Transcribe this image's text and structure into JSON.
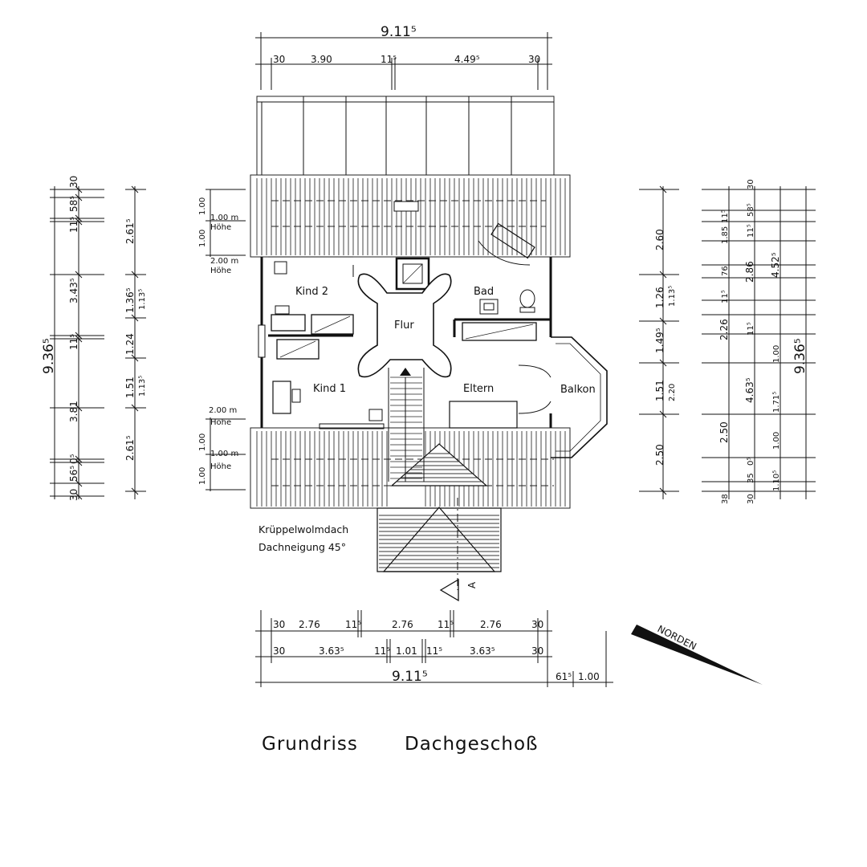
{
  "title": {
    "word1": "Grundriss",
    "word2": "Dachgeschoß"
  },
  "rooms": {
    "kind2": "Kind 2",
    "kind1": "Kind 1",
    "flur": "Flur",
    "bad": "Bad",
    "eltern": "Eltern",
    "balkon": "Balkon"
  },
  "notes": {
    "roof_type": "Krüppelwolmdach",
    "roof_pitch": "Dachneigung  45°",
    "north": "NORDEN",
    "section": "A"
  },
  "height_labels": {
    "h1_value": "1.00 m",
    "h1_word": "Höhe",
    "h2_value": "2.00 m",
    "h2_word": "Höhe",
    "h3_value": "2.00 m",
    "h3_word": "Höhe",
    "h4_value": "1.00 m",
    "h4_word": "Höhe",
    "v1": "1.00",
    "v2": "1.00",
    "v3": "1.00",
    "v4": "1.00"
  },
  "dims_top": {
    "total": "9.11⁵",
    "a": "30",
    "b": "3.90",
    "c": "11⁵",
    "d": "4.49⁵",
    "e": "30"
  },
  "dims_bottom": {
    "row1": [
      "30",
      "2.76",
      "11⁵",
      "2.76",
      "11⁵",
      "2.76",
      "30"
    ],
    "row2": [
      "30",
      "3.63⁵",
      "11⁵",
      "1.01",
      "11⁵",
      "3.63⁵",
      "30"
    ],
    "total": "9.11⁵",
    "ext1": "61⁵",
    "ext2": "1.00"
  },
  "dims_left": {
    "total": "9.36⁵",
    "chain1": [
      "30",
      "58⁵",
      "11⁵",
      "3.43⁵",
      "11⁵",
      "3.81",
      "0⁵",
      "56⁵",
      "30"
    ],
    "chain2": [
      "2.61⁵",
      "1.36⁵",
      "1.24",
      "1.51",
      "2.61⁵"
    ],
    "chain2b": [
      "1.13⁵",
      "1.13⁵"
    ]
  },
  "dims_right": {
    "total": "9.36⁵",
    "chain1": [
      "2.60",
      "1.26",
      "1.49⁵",
      "1.51",
      "2.50"
    ],
    "chain1b": [
      "1.13⁵",
      "2.20"
    ],
    "chain2": [
      "30",
      "1.85",
      "11⁵",
      "76",
      "11⁵",
      "2.26",
      "2.50",
      "0⁵",
      "35",
      "30",
      "38"
    ],
    "chain3": [
      "58⁵",
      "11⁵",
      "2.86",
      "11⁵",
      "4.63⁵",
      "1.10⁵"
    ],
    "chain4": [
      "4.52⁵",
      "1.00",
      "1.71⁵",
      "1.00"
    ]
  }
}
